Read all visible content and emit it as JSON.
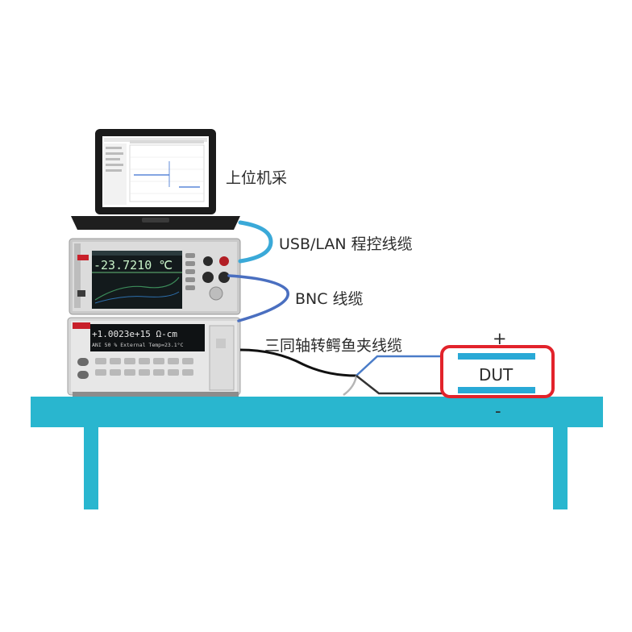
{
  "labels": {
    "pc": "上位机采",
    "usb_lan": "USB/LAN 程控线缆",
    "bnc": "BNC 线缆",
    "triax": "三同轴转鳄鱼夹线缆",
    "plus": "+",
    "minus": "-",
    "dut": "DUT"
  },
  "instrument_top": {
    "reading": "-23.7210 ℃"
  },
  "instrument_bottom": {
    "reading": "+1.0023e+15 Ω-cm",
    "status": "ANI 50 %   External Temp=23.1°C"
  },
  "colors": {
    "table": "#29b6cf",
    "cable_usb": "#3aa9d8",
    "cable_bnc": "#4a6fc0",
    "dut_border": "#e2232b",
    "dut_lead": "#29a9d6"
  }
}
